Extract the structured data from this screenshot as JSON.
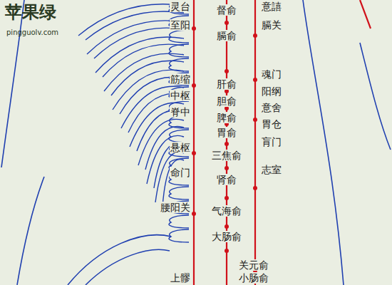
{
  "diagram": {
    "labels": [
      "苹果绿",
      "pingguolv.com",
      "灵台",
      "至阳",
      "筋缩",
      "中枢",
      "脊中",
      "悬枢",
      "命门",
      "腰阳关",
      "上髎",
      "督俞",
      "膈俞",
      "肝俞",
      "胆俞",
      "脾俞",
      "胃俞",
      "三焦俞",
      "肾俞",
      "气海俞",
      "大肠俞",
      "关元俞",
      "小肠俞",
      "意譆",
      "膈关",
      "魂门",
      "阳纲",
      "意舍",
      "胃仓",
      "肓门",
      "志室"
    ]
  }
}
